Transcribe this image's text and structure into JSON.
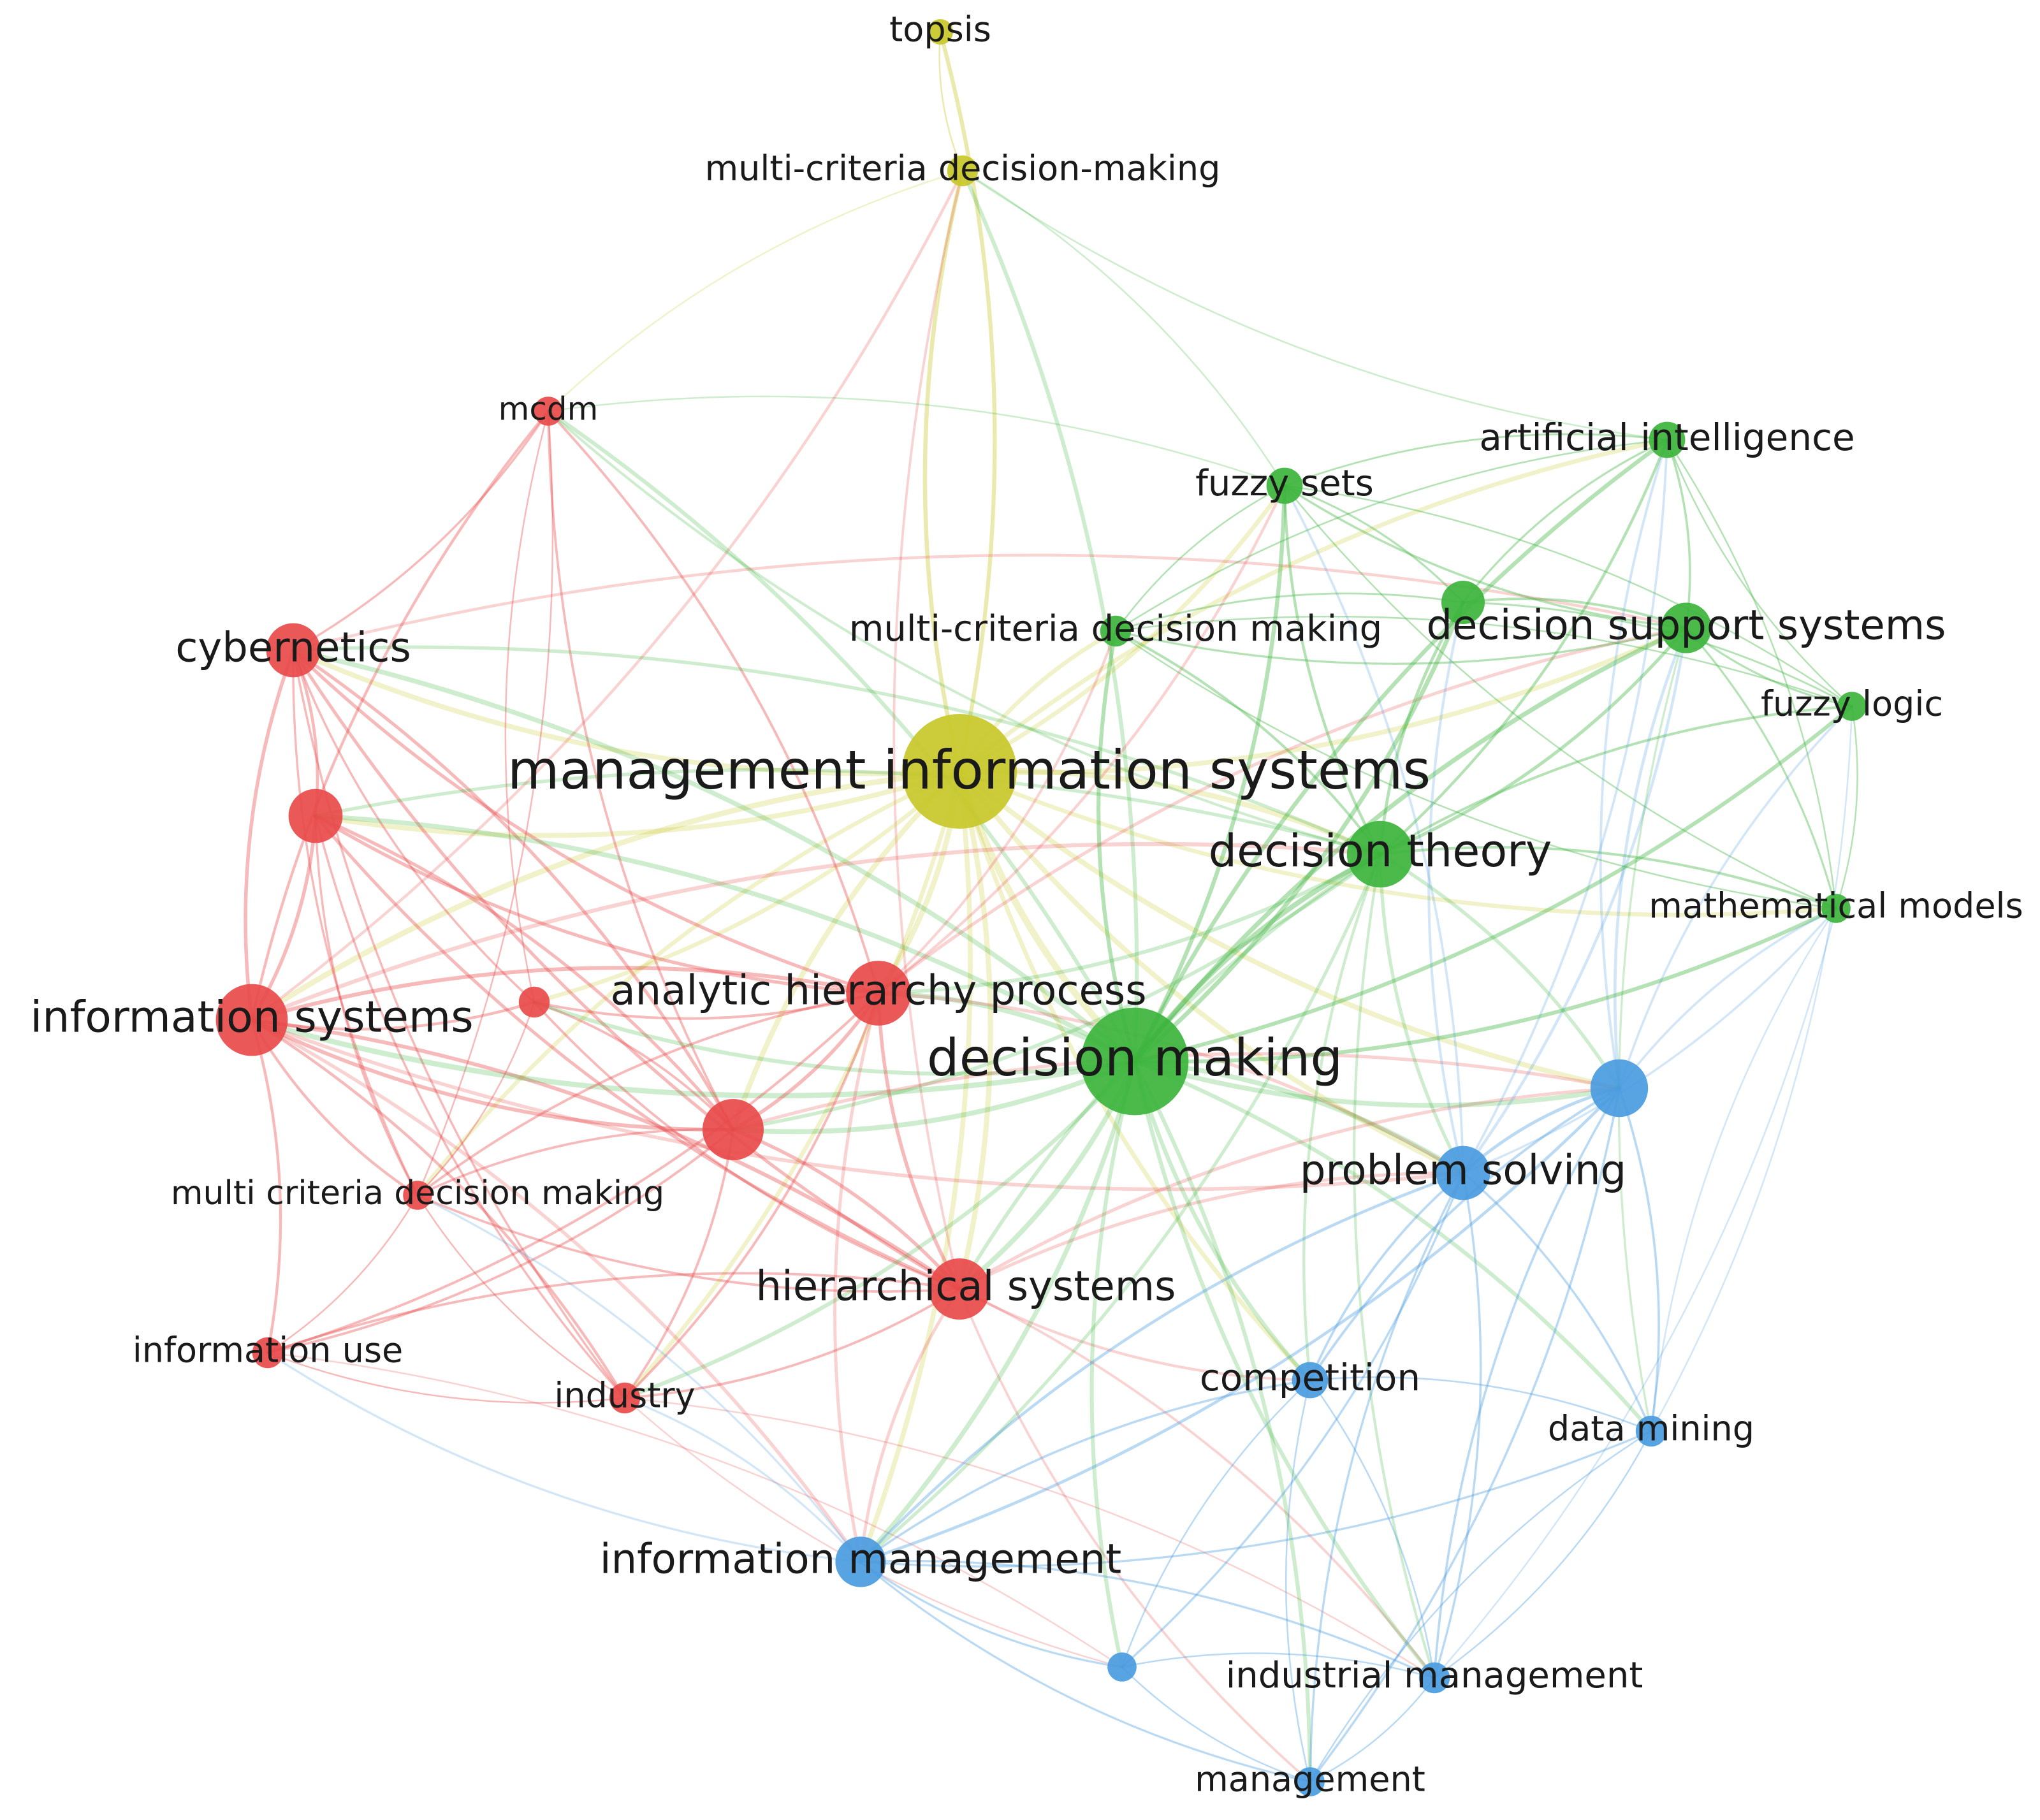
{
  "colors": {
    "red": "#e84a4a",
    "green": "#3cb43c",
    "blue": "#4a9be0",
    "yellow": "#c8c82a"
  },
  "nodes": [
    {
      "id": "topsis",
      "label": "topsis",
      "cluster": "yellow",
      "weight": 1
    },
    {
      "id": "mcdm_hyphen",
      "label": "multi-criteria decision-making",
      "cluster": "yellow",
      "weight": 1.3
    },
    {
      "id": "mis",
      "label": "management information systems",
      "cluster": "yellow",
      "weight": 6
    },
    {
      "id": "mcdm",
      "label": "mcdm",
      "cluster": "red",
      "weight": 1.2
    },
    {
      "id": "cybernetics",
      "label": "cybernetics",
      "cluster": "red",
      "weight": 2.6
    },
    {
      "id": "red_unlabeled_1",
      "label": "",
      "cluster": "red",
      "weight": 2.6
    },
    {
      "id": "information_systems",
      "label": "information systems",
      "cluster": "red",
      "weight": 3.6
    },
    {
      "id": "red_unlabeled_2",
      "label": "",
      "cluster": "red",
      "weight": 1.3
    },
    {
      "id": "ahp",
      "label": "analytic hierarchy process",
      "cluster": "red",
      "weight": 3.2
    },
    {
      "id": "red_unlabeled_3",
      "label": "",
      "cluster": "red",
      "weight": 3
    },
    {
      "id": "multi_criteria_dm_red",
      "label": "multi criteria decision making",
      "cluster": "red",
      "weight": 1.2
    },
    {
      "id": "hierarchical_systems",
      "label": "hierarchical systems",
      "cluster": "red",
      "weight": 3
    },
    {
      "id": "information_use",
      "label": "information use",
      "cluster": "red",
      "weight": 1.3
    },
    {
      "id": "industry",
      "label": "industry",
      "cluster": "red",
      "weight": 1.3
    },
    {
      "id": "fuzzy_sets",
      "label": "fuzzy sets",
      "cluster": "green",
      "weight": 1.6
    },
    {
      "id": "artificial_intelligence",
      "label": "artificial intelligence",
      "cluster": "green",
      "weight": 1.6
    },
    {
      "id": "multi_criteria_dm_green",
      "label": "multi-criteria decision making",
      "cluster": "green",
      "weight": 1.3
    },
    {
      "id": "green_unlabeled_1",
      "label": "",
      "cluster": "green",
      "weight": 2
    },
    {
      "id": "dss",
      "label": "decision support systems",
      "cluster": "green",
      "weight": 2.4
    },
    {
      "id": "fuzzy_logic",
      "label": "fuzzy logic",
      "cluster": "green",
      "weight": 1.2
    },
    {
      "id": "decision_theory",
      "label": "decision theory",
      "cluster": "green",
      "weight": 3.3
    },
    {
      "id": "mathematical_models",
      "label": "mathematical models",
      "cluster": "green",
      "weight": 1.2
    },
    {
      "id": "decision_making",
      "label": "decision making",
      "cluster": "green",
      "weight": 5.6
    },
    {
      "id": "blue_unlabeled_1",
      "label": "",
      "cluster": "blue",
      "weight": 2.8
    },
    {
      "id": "problem_solving",
      "label": "problem solving",
      "cluster": "blue",
      "weight": 2.6
    },
    {
      "id": "competition",
      "label": "competition",
      "cluster": "blue",
      "weight": 1.6
    },
    {
      "id": "data_mining",
      "label": "data mining",
      "cluster": "blue",
      "weight": 1.3
    },
    {
      "id": "information_management",
      "label": "information management",
      "cluster": "blue",
      "weight": 2.4
    },
    {
      "id": "blue_unlabeled_2",
      "label": "",
      "cluster": "blue",
      "weight": 1.2
    },
    {
      "id": "industrial_management",
      "label": "industrial management",
      "cluster": "blue",
      "weight": 1.3
    },
    {
      "id": "management",
      "label": "management",
      "cluster": "blue",
      "weight": 1.2
    }
  ],
  "edges": [
    [
      "topsis",
      "mcdm_hyphen"
    ],
    [
      "topsis",
      "mis"
    ],
    [
      "mcdm_hyphen",
      "mis"
    ],
    [
      "mcdm_hyphen",
      "fuzzy_sets"
    ],
    [
      "mcdm_hyphen",
      "artificial_intelligence"
    ],
    [
      "mcdm_hyphen",
      "decision_making"
    ],
    [
      "mcdm_hyphen",
      "mcdm"
    ],
    [
      "mcdm_hyphen",
      "information_systems"
    ],
    [
      "mcdm_hyphen",
      "hierarchical_systems"
    ],
    [
      "mis",
      "cybernetics"
    ],
    [
      "mis",
      "information_systems"
    ],
    [
      "mis",
      "ahp"
    ],
    [
      "mis",
      "decision_making"
    ],
    [
      "mis",
      "decision_theory"
    ],
    [
      "mis",
      "dss"
    ],
    [
      "mis",
      "red_unlabeled_1"
    ],
    [
      "mis",
      "red_unlabeled_3"
    ],
    [
      "mis",
      "hierarchical_systems"
    ],
    [
      "mis",
      "problem_solving"
    ],
    [
      "mis",
      "information_management"
    ],
    [
      "mis",
      "fuzzy_sets"
    ],
    [
      "mis",
      "multi_criteria_dm_green"
    ],
    [
      "mis",
      "blue_unlabeled_1"
    ],
    [
      "mis",
      "red_unlabeled_2"
    ],
    [
      "mis",
      "competition"
    ],
    [
      "mis",
      "artificial_intelligence"
    ],
    [
      "mis",
      "mathematical_models"
    ],
    [
      "mis",
      "industry"
    ],
    [
      "mis",
      "multi_criteria_dm_red"
    ],
    [
      "mcdm",
      "cybernetics"
    ],
    [
      "mcdm",
      "information_systems"
    ],
    [
      "mcdm",
      "ahp"
    ],
    [
      "mcdm",
      "red_unlabeled_3"
    ],
    [
      "mcdm",
      "multi_criteria_dm_red"
    ],
    [
      "mcdm",
      "decision_theory"
    ],
    [
      "mcdm",
      "decision_making"
    ],
    [
      "mcdm",
      "red_unlabeled_2"
    ],
    [
      "mcdm",
      "fuzzy_sets"
    ],
    [
      "cybernetics",
      "information_systems"
    ],
    [
      "cybernetics",
      "red_unlabeled_1"
    ],
    [
      "cybernetics",
      "ahp"
    ],
    [
      "cybernetics",
      "red_unlabeled_3"
    ],
    [
      "cybernetics",
      "hierarchical_systems"
    ],
    [
      "cybernetics",
      "decision_making"
    ],
    [
      "cybernetics",
      "multi_criteria_dm_red"
    ],
    [
      "cybernetics",
      "dss"
    ],
    [
      "cybernetics",
      "industry"
    ],
    [
      "cybernetics",
      "decision_theory"
    ],
    [
      "cybernetics",
      "red_unlabeled_2"
    ],
    [
      "red_unlabeled_1",
      "information_systems"
    ],
    [
      "red_unlabeled_1",
      "ahp"
    ],
    [
      "red_unlabeled_1",
      "red_unlabeled_3"
    ],
    [
      "red_unlabeled_1",
      "hierarchical_systems"
    ],
    [
      "red_unlabeled_1",
      "decision_making"
    ],
    [
      "red_unlabeled_1",
      "multi_criteria_dm_red"
    ],
    [
      "red_unlabeled_1",
      "decision_theory"
    ],
    [
      "red_unlabeled_1",
      "industry"
    ],
    [
      "information_systems",
      "ahp"
    ],
    [
      "information_systems",
      "red_unlabeled_3"
    ],
    [
      "information_systems",
      "hierarchical_systems"
    ],
    [
      "information_systems",
      "multi_criteria_dm_red"
    ],
    [
      "information_systems",
      "information_use"
    ],
    [
      "information_systems",
      "decision_making"
    ],
    [
      "information_systems",
      "industry"
    ],
    [
      "information_systems",
      "red_unlabeled_2"
    ],
    [
      "information_systems",
      "information_management"
    ],
    [
      "information_systems",
      "problem_solving"
    ],
    [
      "information_systems",
      "decision_theory"
    ],
    [
      "red_unlabeled_2",
      "ahp"
    ],
    [
      "red_unlabeled_2",
      "red_unlabeled_3"
    ],
    [
      "red_unlabeled_2",
      "hierarchical_systems"
    ],
    [
      "red_unlabeled_2",
      "multi_criteria_dm_red"
    ],
    [
      "red_unlabeled_2",
      "decision_making"
    ],
    [
      "ahp",
      "red_unlabeled_3"
    ],
    [
      "ahp",
      "hierarchical_systems"
    ],
    [
      "ahp",
      "decision_making"
    ],
    [
      "ahp",
      "decision_theory"
    ],
    [
      "ahp",
      "industry"
    ],
    [
      "ahp",
      "multi_criteria_dm_red"
    ],
    [
      "ahp",
      "dss"
    ],
    [
      "ahp",
      "fuzzy_sets"
    ],
    [
      "ahp",
      "problem_solving"
    ],
    [
      "ahp",
      "multi_criteria_dm_green"
    ],
    [
      "ahp",
      "information_use"
    ],
    [
      "ahp",
      "information_management"
    ],
    [
      "red_unlabeled_3",
      "hierarchical_systems"
    ],
    [
      "red_unlabeled_3",
      "decision_making"
    ],
    [
      "red_unlabeled_3",
      "industry"
    ],
    [
      "red_unlabeled_3",
      "multi_criteria_dm_red"
    ],
    [
      "red_unlabeled_3",
      "information_use"
    ],
    [
      "red_unlabeled_3",
      "decision_theory"
    ],
    [
      "red_unlabeled_3",
      "blue_unlabeled_1"
    ],
    [
      "multi_criteria_dm_red",
      "industry"
    ],
    [
      "multi_criteria_dm_red",
      "information_use"
    ],
    [
      "multi_criteria_dm_red",
      "hierarchical_systems"
    ],
    [
      "multi_criteria_dm_red",
      "information_management"
    ],
    [
      "hierarchical_systems",
      "decision_making"
    ],
    [
      "hierarchical_systems",
      "industry"
    ],
    [
      "hierarchical_systems",
      "information_management"
    ],
    [
      "hierarchical_systems",
      "problem_solving"
    ],
    [
      "hierarchical_systems",
      "competition"
    ],
    [
      "hierarchical_systems",
      "blue_unlabeled_1"
    ],
    [
      "hierarchical_systems",
      "information_use"
    ],
    [
      "hierarchical_systems",
      "industrial_management"
    ],
    [
      "hierarchical_systems",
      "management"
    ],
    [
      "hierarchical_systems",
      "decision_theory"
    ],
    [
      "information_use",
      "industry"
    ],
    [
      "information_use",
      "blue_unlabeled_2"
    ],
    [
      "information_use",
      "information_management"
    ],
    [
      "industry",
      "information_management"
    ],
    [
      "industry",
      "decision_making"
    ],
    [
      "industry",
      "industrial_management"
    ],
    [
      "industry",
      "blue_unlabeled_2"
    ],
    [
      "fuzzy_sets",
      "artificial_intelligence"
    ],
    [
      "fuzzy_sets",
      "multi_criteria_dm_green"
    ],
    [
      "fuzzy_sets",
      "green_unlabeled_1"
    ],
    [
      "fuzzy_sets",
      "dss"
    ],
    [
      "fuzzy_sets",
      "fuzzy_logic"
    ],
    [
      "fuzzy_sets",
      "decision_theory"
    ],
    [
      "fuzzy_sets",
      "decision_making"
    ],
    [
      "fuzzy_sets",
      "mathematical_models"
    ],
    [
      "fuzzy_sets",
      "problem_solving"
    ],
    [
      "artificial_intelligence",
      "green_unlabeled_1"
    ],
    [
      "artificial_intelligence",
      "dss"
    ],
    [
      "artificial_intelligence",
      "fuzzy_logic"
    ],
    [
      "artificial_intelligence",
      "decision_theory"
    ],
    [
      "artificial_intelligence",
      "decision_making"
    ],
    [
      "artificial_intelligence",
      "mathematical_models"
    ],
    [
      "artificial_intelligence",
      "blue_unlabeled_1"
    ],
    [
      "artificial_intelligence",
      "problem_solving"
    ],
    [
      "artificial_intelligence",
      "multi_criteria_dm_green"
    ],
    [
      "multi_criteria_dm_green",
      "green_unlabeled_1"
    ],
    [
      "multi_criteria_dm_green",
      "dss"
    ],
    [
      "multi_criteria_dm_green",
      "decision_theory"
    ],
    [
      "multi_criteria_dm_green",
      "decision_making"
    ],
    [
      "multi_criteria_dm_green",
      "fuzzy_logic"
    ],
    [
      "multi_criteria_dm_green",
      "mathematical_models"
    ],
    [
      "green_unlabeled_1",
      "dss"
    ],
    [
      "green_unlabeled_1",
      "decision_theory"
    ],
    [
      "green_unlabeled_1",
      "decision_making"
    ],
    [
      "green_unlabeled_1",
      "problem_solving"
    ],
    [
      "green_unlabeled_1",
      "fuzzy_logic"
    ],
    [
      "dss",
      "fuzzy_logic"
    ],
    [
      "dss",
      "decision_theory"
    ],
    [
      "dss",
      "decision_making"
    ],
    [
      "dss",
      "mathematical_models"
    ],
    [
      "dss",
      "blue_unlabeled_1"
    ],
    [
      "dss",
      "problem_solving"
    ],
    [
      "dss",
      "data_mining"
    ],
    [
      "fuzzy_logic",
      "mathematical_models"
    ],
    [
      "fuzzy_logic",
      "decision_theory"
    ],
    [
      "fuzzy_logic",
      "decision_making"
    ],
    [
      "fuzzy_logic",
      "blue_unlabeled_1"
    ],
    [
      "fuzzy_logic",
      "data_mining"
    ],
    [
      "decision_theory",
      "decision_making"
    ],
    [
      "decision_theory",
      "mathematical_models"
    ],
    [
      "decision_theory",
      "problem_solving"
    ],
    [
      "decision_theory",
      "blue_unlabeled_1"
    ],
    [
      "decision_theory",
      "competition"
    ],
    [
      "decision_theory",
      "information_management"
    ],
    [
      "decision_theory",
      "industrial_management"
    ],
    [
      "mathematical_models",
      "decision_making"
    ],
    [
      "mathematical_models",
      "blue_unlabeled_1"
    ],
    [
      "mathematical_models",
      "problem_solving"
    ],
    [
      "mathematical_models",
      "data_mining"
    ],
    [
      "mathematical_models",
      "industrial_management"
    ],
    [
      "decision_making",
      "blue_unlabeled_1"
    ],
    [
      "decision_making",
      "problem_solving"
    ],
    [
      "decision_making",
      "competition"
    ],
    [
      "decision_making",
      "information_management"
    ],
    [
      "decision_making",
      "industrial_management"
    ],
    [
      "decision_making",
      "management"
    ],
    [
      "decision_making",
      "blue_unlabeled_2"
    ],
    [
      "decision_making",
      "data_mining"
    ],
    [
      "blue_unlabeled_1",
      "problem_solving"
    ],
    [
      "blue_unlabeled_1",
      "data_mining"
    ],
    [
      "blue_unlabeled_1",
      "competition"
    ],
    [
      "blue_unlabeled_1",
      "information_management"
    ],
    [
      "blue_unlabeled_1",
      "industrial_management"
    ],
    [
      "blue_unlabeled_1",
      "management"
    ],
    [
      "problem_solving",
      "competition"
    ],
    [
      "problem_solving",
      "data_mining"
    ],
    [
      "problem_solving",
      "information_management"
    ],
    [
      "problem_solving",
      "industrial_management"
    ],
    [
      "problem_solving",
      "management"
    ],
    [
      "problem_solving",
      "blue_unlabeled_2"
    ],
    [
      "competition",
      "information_management"
    ],
    [
      "competition",
      "industrial_management"
    ],
    [
      "competition",
      "management"
    ],
    [
      "competition",
      "data_mining"
    ],
    [
      "competition",
      "blue_unlabeled_2"
    ],
    [
      "data_mining",
      "industrial_management"
    ],
    [
      "data_mining",
      "management"
    ],
    [
      "data_mining",
      "information_management"
    ],
    [
      "information_management",
      "blue_unlabeled_2"
    ],
    [
      "information_management",
      "industrial_management"
    ],
    [
      "information_management",
      "management"
    ],
    [
      "blue_unlabeled_2",
      "industrial_management"
    ],
    [
      "blue_unlabeled_2",
      "management"
    ],
    [
      "industrial_management",
      "management"
    ]
  ]
}
